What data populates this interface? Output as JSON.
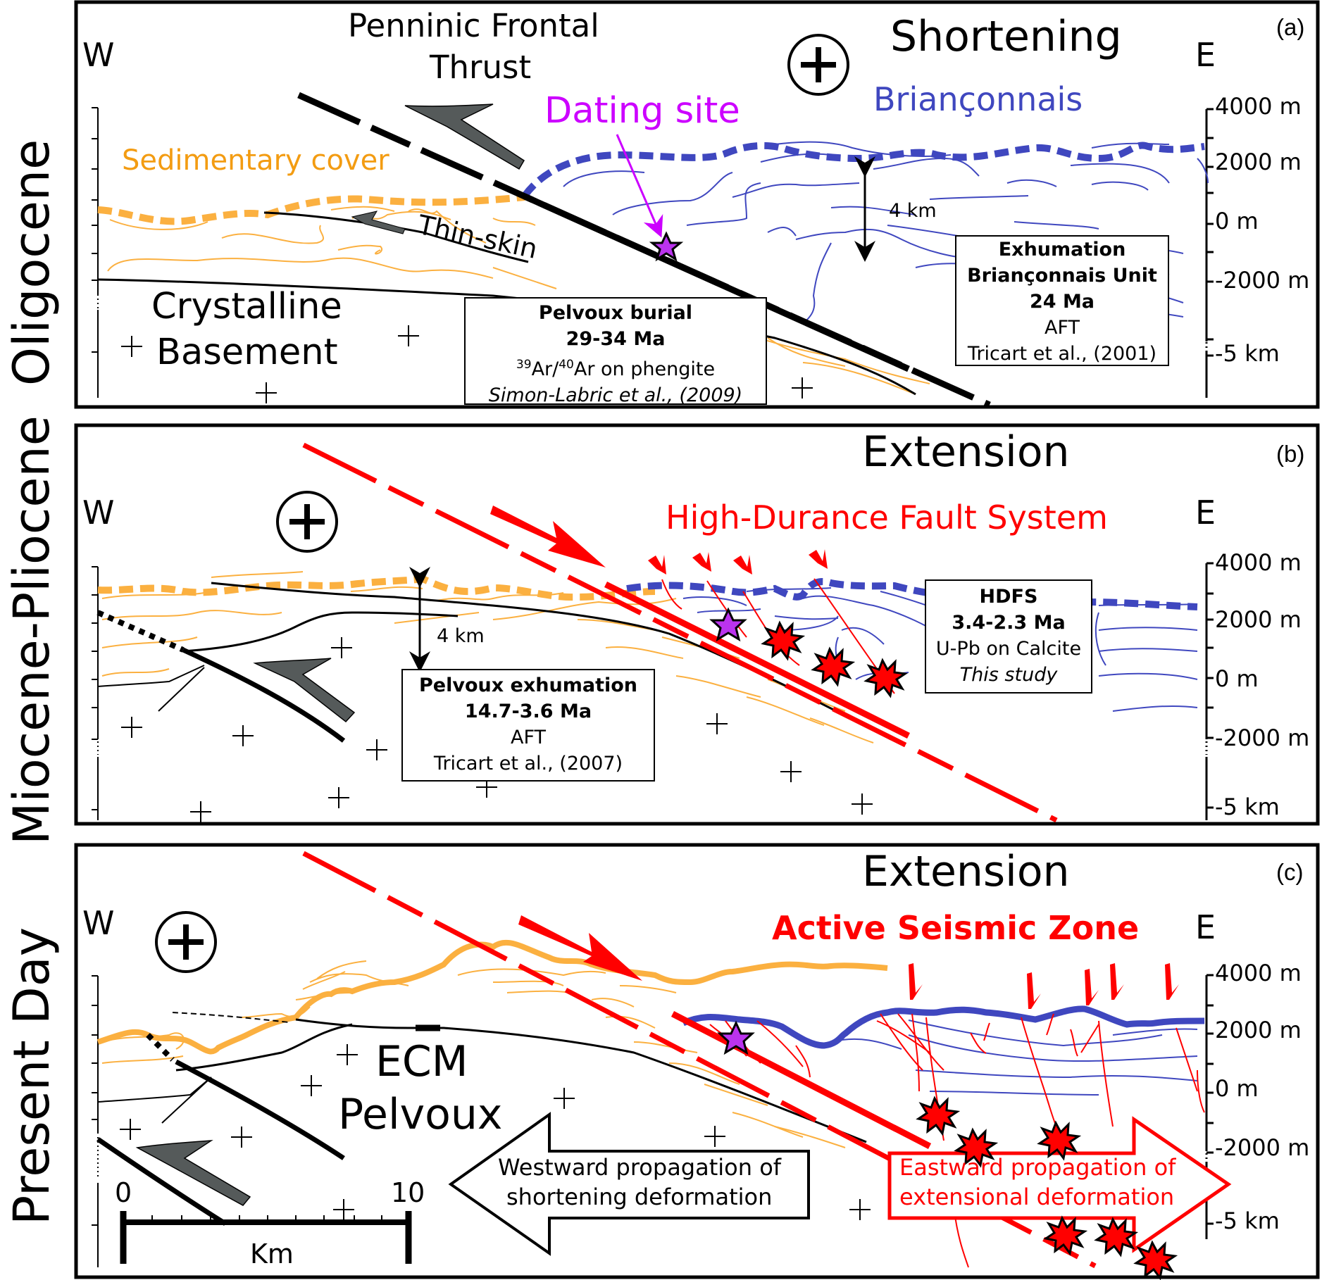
{
  "colors": {
    "sediment": "#FBB040",
    "brianconnais": "#3F47BF",
    "fault_red": "#FF0000",
    "dating_purple": "#CC00FF",
    "star_fill": "#BB33EE",
    "arrow_grey": "#555A5A"
  },
  "periods": [
    "Oligocene",
    "Miocene-Pliocene",
    "Present Day"
  ],
  "depth_axis_ticks": [
    "4000 m",
    "2000 m",
    "0 m",
    "-2000 m",
    "-5 km"
  ],
  "panels": [
    {
      "id": "a",
      "panel_label": "(a)",
      "west": "W",
      "east": "E",
      "regime": "Shortening",
      "regime_icon": "plus-circle-icon",
      "labels": {
        "thrust": "Penninic Frontal\nThrust",
        "thrust_line1": "Penninic Frontal",
        "thrust_line2": "Thrust",
        "dating_site": "Dating site",
        "brianconnais": "Briançonnais",
        "sedimentary_cover": "Sedimentary cover",
        "thin_skin": "Thin-skin",
        "crystalline_line1": "Crystalline",
        "crystalline_line2": "Basement",
        "thickness": "4 km"
      },
      "boxes": [
        {
          "title1": "Pelvoux burial",
          "title2": "29-34 Ma",
          "method_sup1": "39",
          "method_mid": "Ar/",
          "method_sup2": "40",
          "method_end": "Ar on phengite",
          "ref": "Simon-Labric et al., (2009)"
        },
        {
          "title1": "Exhumation",
          "title2": "Briançonnais Unit",
          "title3": "24 Ma",
          "method": "AFT",
          "ref": "Tricart et al., (2001)"
        }
      ]
    },
    {
      "id": "b",
      "panel_label": "(b)",
      "west": "W",
      "east": "E",
      "regime": "Extension",
      "regime_icon": "plus-circle-icon",
      "labels": {
        "fault_system": "High-Durance Fault System",
        "thickness": "4 km"
      },
      "boxes": [
        {
          "title1": "Pelvoux exhumation",
          "title2": "14.7-3.6 Ma",
          "method": "AFT",
          "ref": "Tricart et al., (2007)"
        },
        {
          "title1": "HDFS",
          "title2": "3.4-2.3 Ma",
          "method": "U-Pb on Calcite",
          "ref": "This study"
        }
      ]
    },
    {
      "id": "c",
      "panel_label": "(c)",
      "west": "W",
      "east": "E",
      "regime": "Extension",
      "regime_icon": "plus-circle-icon",
      "labels": {
        "seismic_zone": "Active Seismic Zone",
        "massif_line1": "ECM",
        "massif_line2": "Pelvoux",
        "westward_line1": "Westward propagation of",
        "westward_line2": "shortening deformation",
        "eastward_line1": "Eastward propagation of",
        "eastward_line2": "extensional deformation"
      },
      "scale_bar": {
        "start": "0",
        "end": "10",
        "unit": "Km"
      }
    }
  ]
}
